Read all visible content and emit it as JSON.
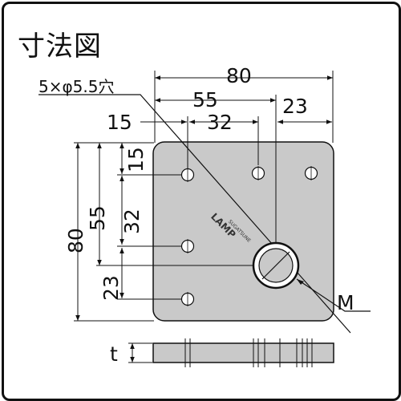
{
  "title": "寸法図",
  "labels": {
    "holes": "5×φ5.5穴",
    "width_total": "80",
    "width_55": "55",
    "width_32": "32",
    "width_23": "23",
    "width_15": "15",
    "height_total": "80",
    "height_55": "55",
    "height_15": "15",
    "height_32": "32",
    "height_23": "23",
    "center_hole": "M",
    "thickness": "t"
  },
  "brand": {
    "logo_text": "LAMP",
    "maker_text": "SUGATSUNE"
  },
  "colors": {
    "plate_fill": "#c9c9c9",
    "line": "#111111",
    "background": "#ffffff"
  }
}
